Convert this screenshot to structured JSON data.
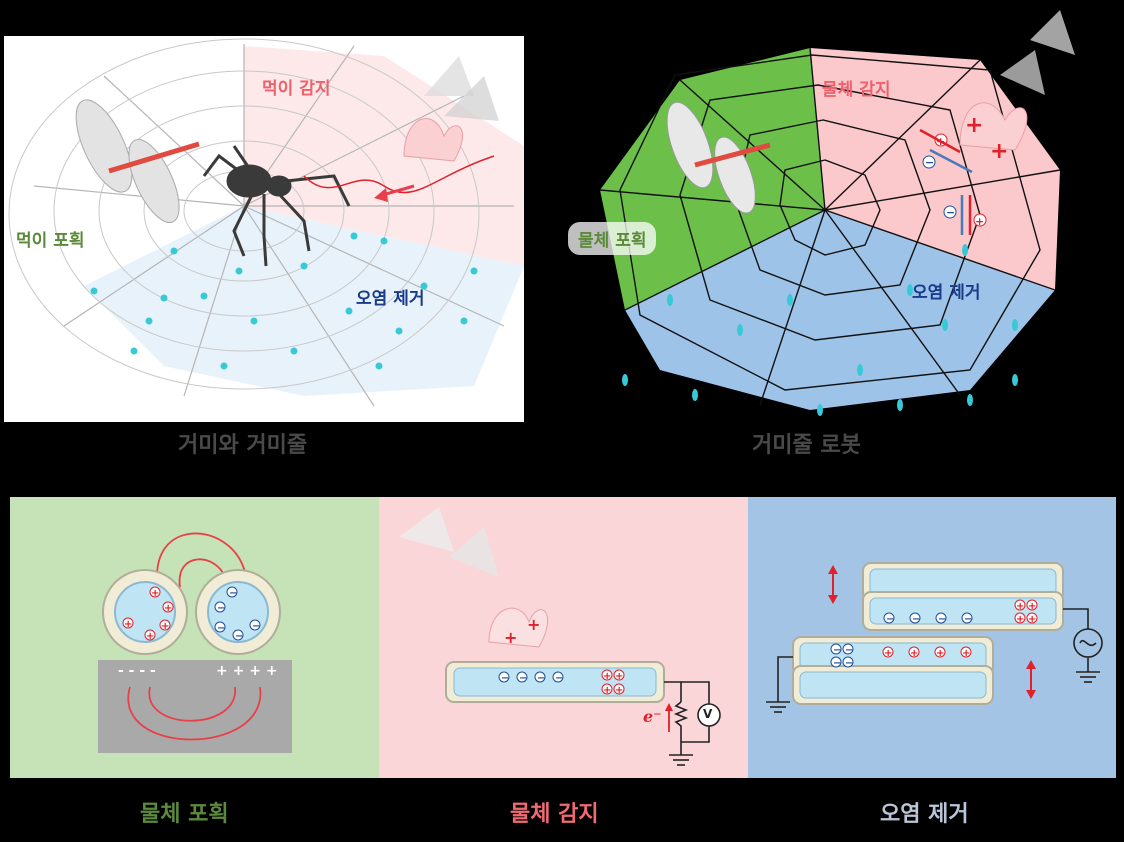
{
  "top_left": {
    "labels": {
      "detect": "먹이 감지",
      "capture": "먹이 포획",
      "clean": "오염 제거"
    },
    "caption": "거미와 거미줄"
  },
  "top_right": {
    "labels": {
      "detect": "물체 감지",
      "capture": "물체 포획",
      "clean": "오염 제거"
    },
    "caption": "거미줄 로봇"
  },
  "bottom": {
    "panels": [
      {
        "caption": "물체 포획",
        "color": "#c5e3b6",
        "caption_color": "#5a8a3a",
        "substrate_minus": "- - - -",
        "substrate_plus": "+ + + +"
      },
      {
        "caption": "물체 감지",
        "color": "#fbd6d8",
        "caption_color": "#f06a72",
        "current_label": "e⁻",
        "meter_label": "V"
      },
      {
        "caption": "오염 제거",
        "color": "#a3c4e4",
        "caption_color": "#b9c6d8"
      }
    ]
  },
  "colors": {
    "positive": "#e0202a",
    "negative": "#1f4e9a",
    "arrow": "#e8404a",
    "droplet": "#38c9d6"
  }
}
